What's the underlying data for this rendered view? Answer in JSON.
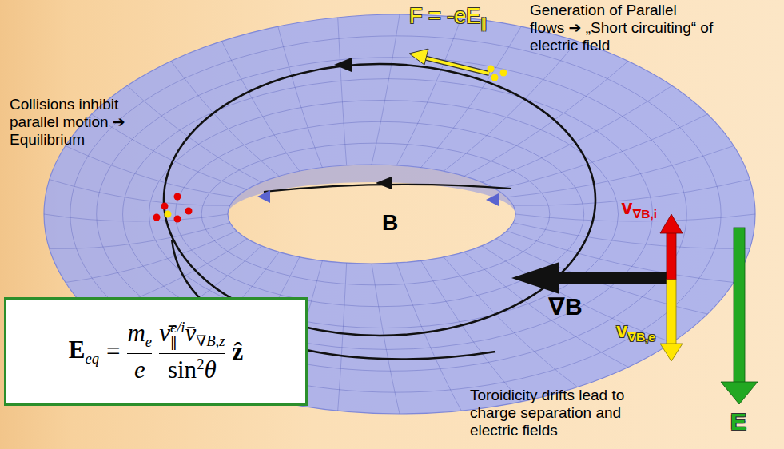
{
  "diagram": {
    "nodes": [
      {
        "text": [
          "E",
          "eq",
          "=",
          "m",
          "e",
          "e",
          "ν̄",
          "e/i",
          "∥",
          "v̄",
          "∇B,z",
          "sin",
          "2",
          "θ",
          "ẑ"
        ]
      }
    ],
    "labels": [
      "Generation of Parallel flows ➔ „Short circuiting“ of electric field",
      "F = -eE",
      "∥",
      "Collisions inhibit parallel motion ➔ Equilibrium",
      "B",
      "v",
      "∇B,i",
      "∇B",
      "E",
      "v",
      "∇B,e",
      "Toroidicity drifts lead to charge separation and electric fields"
    ]
  }
}
